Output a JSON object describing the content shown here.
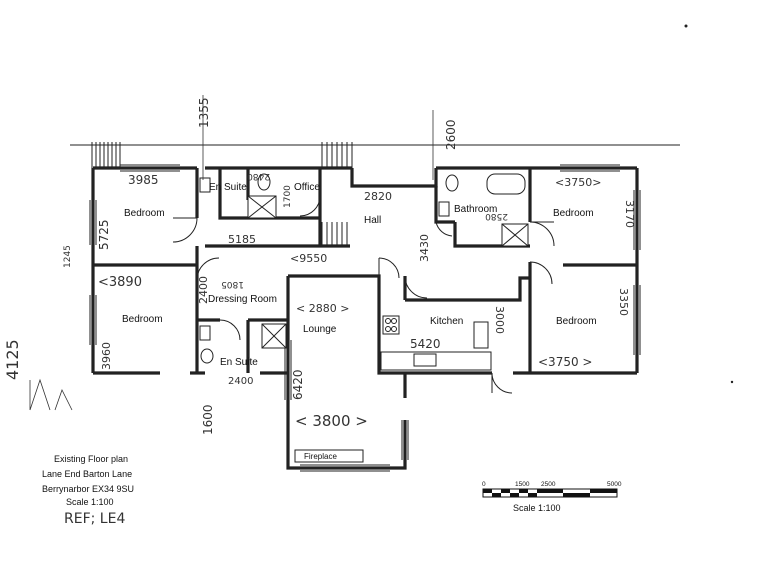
{
  "rooms": {
    "bedroom_nw": "Bedroom",
    "ensuite_top": "En Suite",
    "office": "Office",
    "hall": "Hall",
    "bathroom": "Bathroom",
    "bedroom_ne": "Bedroom",
    "dressing_room": "Dressing Room",
    "bedroom_w": "Bedroom",
    "ensuite_bottom": "En Suite",
    "lounge": "Lounge",
    "kitchen": "Kitchen",
    "bedroom_e": "Bedroom",
    "fireplace": "Fireplace"
  },
  "dimensions": {
    "d1355": "1355",
    "d2600": "2600",
    "d3985": "3985",
    "d5725": "5725",
    "d5185": "5185",
    "d2820": "2820",
    "d3430": "3430",
    "d3750_top": "<3750>",
    "d3170": "3170",
    "d9550": "<9550",
    "d2880": "< 2880 >",
    "d3890": "<3890",
    "d2400": "2400",
    "d3960": "3960",
    "d5420": "5420",
    "d3000": "3000",
    "d3350": "3350",
    "d3750_bottom": "<3750 >",
    "d6420": "6420",
    "d3800": "< 3800 >",
    "d1600": "1600",
    "d4125": "4125",
    "d1245": "1245",
    "d1700": "1700",
    "d2480": "2480",
    "d2580": "2580",
    "d2400b": "2400",
    "d1805": "1805"
  },
  "notes": {
    "line1": "Existing Floor plan",
    "line2": "Lane End Barton Lane",
    "line3": "Berrynarbor EX34 9SU",
    "line4": "Scale 1:100",
    "ref": "REF; LE4"
  },
  "scale_bar": {
    "t0": "0",
    "t1500": "1500",
    "t2500": "2500",
    "t5000": "5000",
    "label": "Scale 1:100"
  }
}
